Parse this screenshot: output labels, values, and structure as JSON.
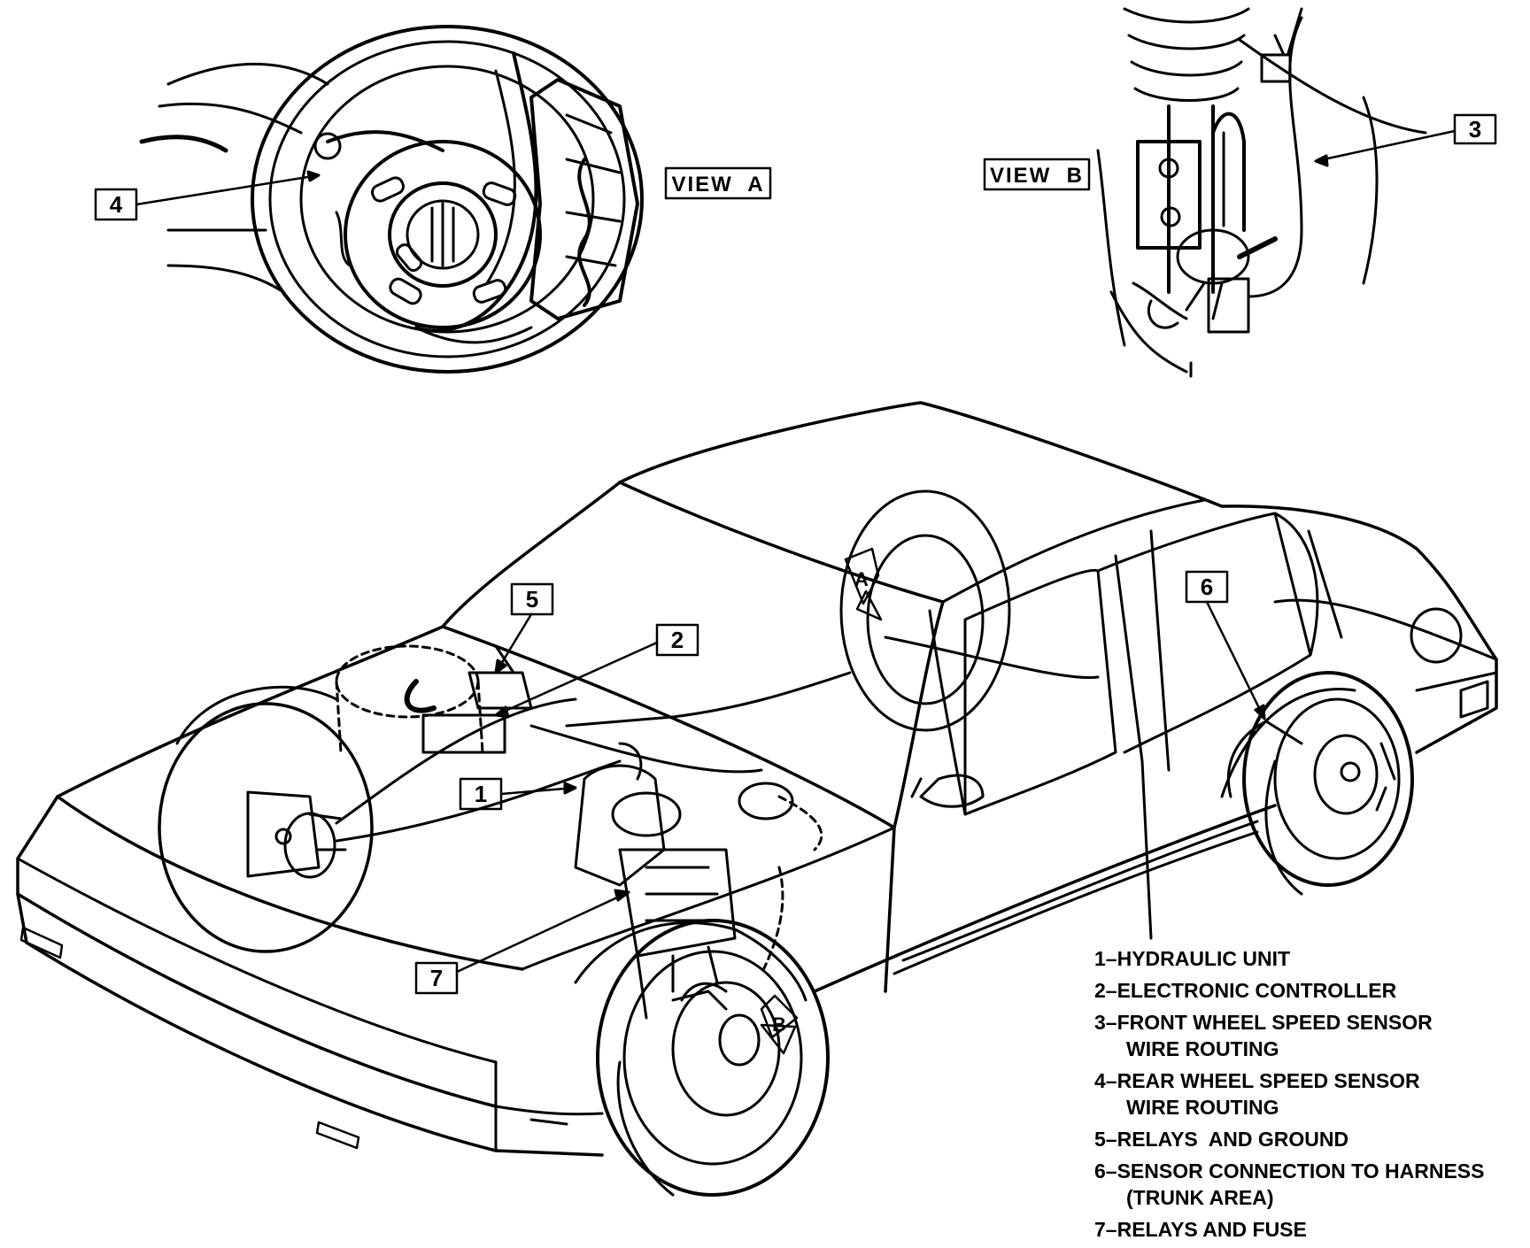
{
  "view_labels": {
    "view_a": "VIEW  A",
    "view_b": "VIEW  B"
  },
  "cutout_labels": {
    "a": "A",
    "b": "B"
  },
  "callouts": [
    "1",
    "2",
    "3",
    "4",
    "5",
    "6",
    "7"
  ],
  "legend": [
    {
      "text": "1–HYDRAULIC UNIT",
      "cont": ""
    },
    {
      "text": "2–ELECTRONIC CONTROLLER",
      "cont": ""
    },
    {
      "text": "3–FRONT WHEEL SPEED SENSOR",
      "cont": "WIRE ROUTING"
    },
    {
      "text": "4–REAR WHEEL SPEED SENSOR",
      "cont": "WIRE ROUTING"
    },
    {
      "text": "5–RELAYS  AND GROUND",
      "cont": ""
    },
    {
      "text": "6–SENSOR CONNECTION TO HARNESS",
      "cont": "(TRUNK AREA)"
    },
    {
      "text": "7–RELAYS AND FUSE",
      "cont": ""
    }
  ]
}
